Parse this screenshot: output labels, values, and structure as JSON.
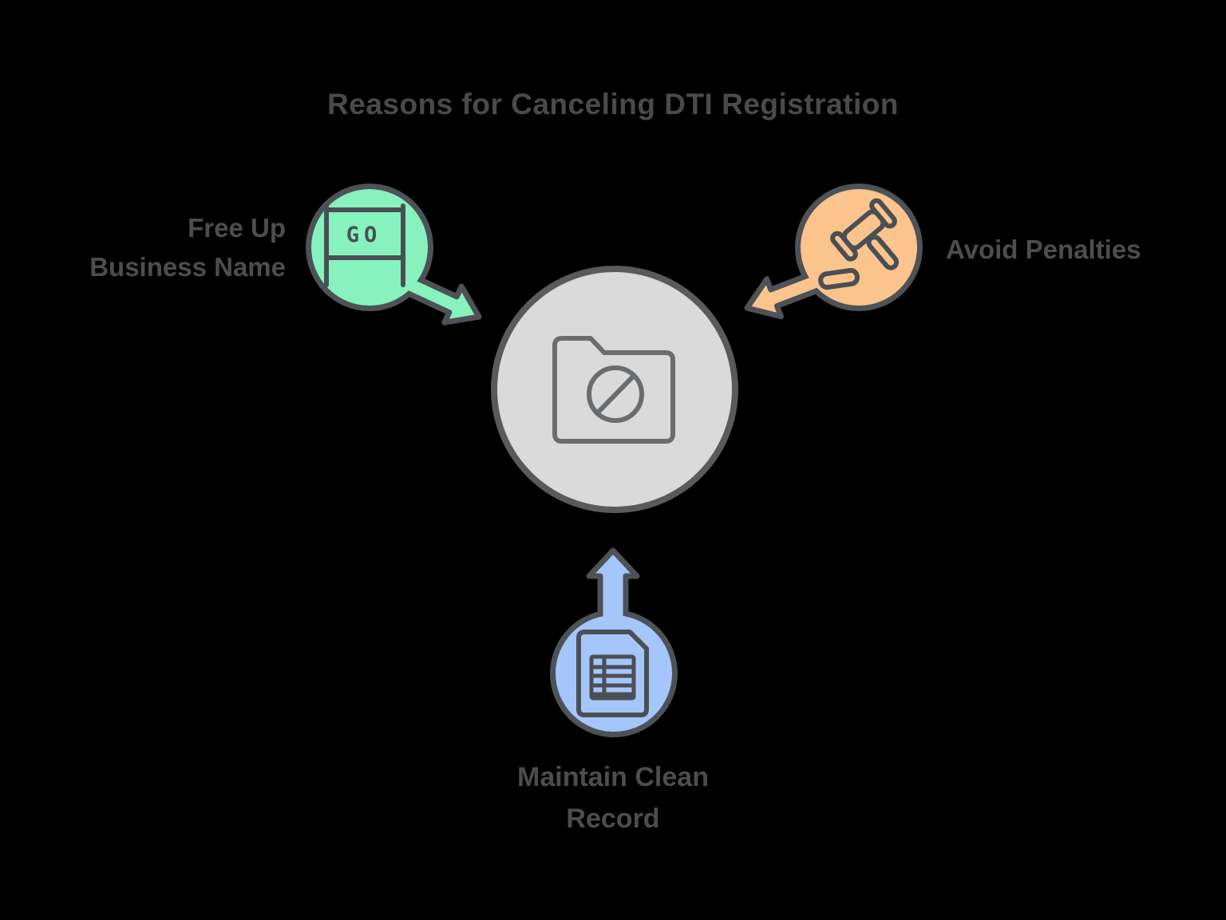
{
  "title": "Reasons for Canceling DTI Registration",
  "center_node": {
    "icon": "cancelled-folder-icon"
  },
  "nodes": {
    "free_up": {
      "label_line1": "Free Up",
      "label_line2": "Business Name",
      "icon": "go-sign-icon",
      "icon_text": "GO"
    },
    "avoid_penalties": {
      "label": "Avoid Penalties",
      "icon": "gavel-icon"
    },
    "maintain_record": {
      "label_line1": "Maintain Clean",
      "label_line2": "Record",
      "icon": "document-table-icon"
    }
  },
  "colors": {
    "background": "#000000",
    "green_fill": "#87F2BD",
    "orange_fill": "#FBC48C",
    "blue_fill": "#A5C6FA",
    "center_fill": "#DADADA",
    "node_outline": "#4D5257",
    "center_outline": "#595A5C",
    "icon_stroke": "#4A4F54",
    "center_icon_stroke": "#6A6D70",
    "text": "#4D4D4D"
  }
}
